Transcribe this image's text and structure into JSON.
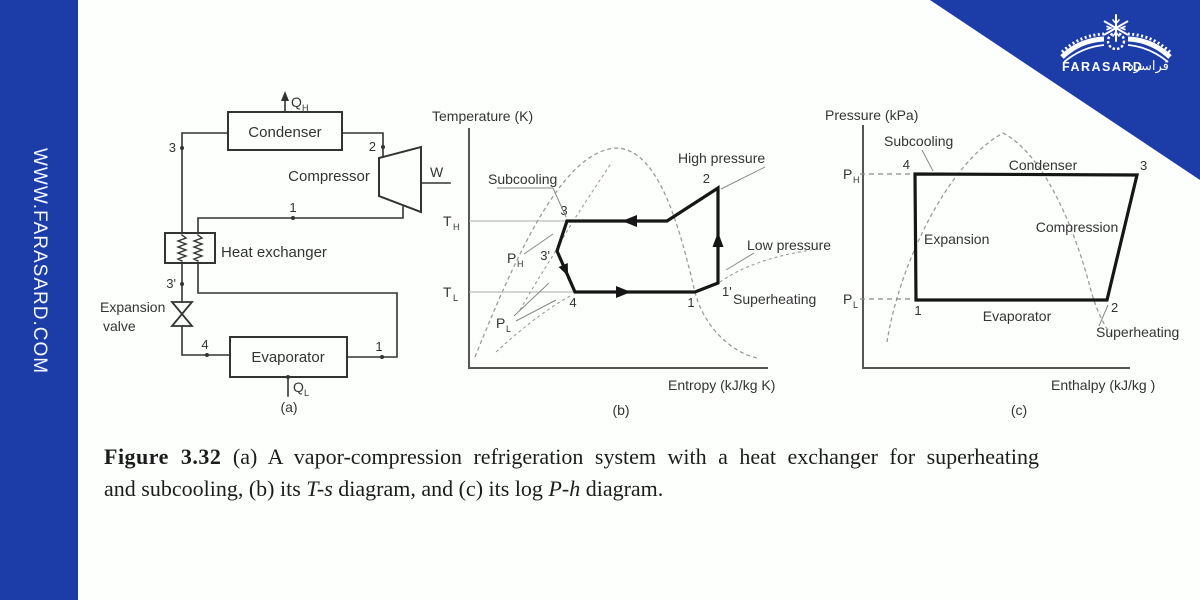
{
  "colors": {
    "brand_blue": "#1c3ca8",
    "ink": "#333333",
    "thick_line": "#161616",
    "dome_gray": "#9a9a9a"
  },
  "watermark": {
    "url": "WWW.FARASARD.COM"
  },
  "brand": {
    "name": "FARASARD",
    "arabic": "فراسرد"
  },
  "symbols": {
    "T": "T",
    "P": "P",
    "Q": "Q",
    "W": "W",
    "subH": "H",
    "subL": "L"
  },
  "diagram_a": {
    "condenser": "Condenser",
    "compressor": "Compressor",
    "heat_exchanger": "Heat exchanger",
    "expansion": "Expansion",
    "valve": "valve",
    "evaporator": "Evaporator",
    "s1_suction": "1",
    "s1_evap_out": "1",
    "s2": "2",
    "s3": "3",
    "s3p": "3'",
    "s4": "4",
    "caption": "(a)"
  },
  "diagram_b": {
    "y_axis": "Temperature (K)",
    "x_axis": "Entropy (kJ/kg K)",
    "subcooling": "Subcooling",
    "superheating": "Superheating",
    "high_pressure": "High pressure",
    "low_pressure": "Low pressure",
    "s1": "1",
    "s1p": "1'",
    "s2": "2",
    "s3": "3",
    "s3p": "3'",
    "s4": "4",
    "caption": "(b)"
  },
  "diagram_c": {
    "y_axis": "Pressure (kPa)",
    "x_axis": "Enthalpy (kJ/kg )",
    "subcooling": "Subcooling",
    "superheating": "Superheating",
    "condenser": "Condenser",
    "compression": "Compression",
    "expansion": "Expansion",
    "evaporator": "Evaporator",
    "s1": "1",
    "s2": "2",
    "s3": "3",
    "s4": "4",
    "caption": "(c)"
  },
  "caption": {
    "label": "Figure 3.32",
    "p1": "  (a) A vapor-compression refrigeration system with a heat exchanger for superheating",
    "p2": "and subcooling, (b) its ",
    "i1": "T-s",
    "p3": " diagram, and (c) its log ",
    "i2": "P-h",
    "p4": " diagram."
  }
}
